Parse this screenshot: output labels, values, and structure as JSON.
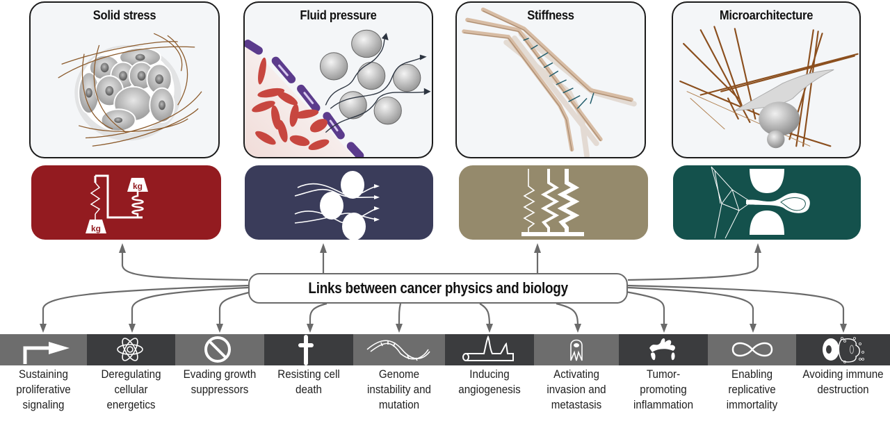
{
  "physics_traits": [
    {
      "title": "Solid stress",
      "icon": "spring-weight-icon",
      "color": "#931b20"
    },
    {
      "title": "Fluid pressure",
      "icon": "fluid-flow-icon",
      "color": "#3a3c5a"
    },
    {
      "title": "Stiffness",
      "icon": "spring-stiffness-icon",
      "color": "#958a6c"
    },
    {
      "title": "Microarchitecture",
      "icon": "constriction-icon",
      "color": "#14514c"
    }
  ],
  "hub": {
    "label": "Links between cancer physics and biology"
  },
  "hallmarks": [
    {
      "lines": [
        "Sustaining",
        "proliferative",
        "signaling"
      ],
      "icon": "bent-arrow-icon",
      "shade": "#6d6d6d"
    },
    {
      "lines": [
        "Deregulating",
        "cellular",
        "energetics"
      ],
      "icon": "atom-icon",
      "shade": "#3b3c3e"
    },
    {
      "lines": [
        "Evading growth",
        "suppressors"
      ],
      "icon": "prohibited-icon",
      "shade": "#6d6d6d"
    },
    {
      "lines": [
        "Resisting cell",
        "death"
      ],
      "icon": "cross-icon",
      "shade": "#3b3c3e"
    },
    {
      "lines": [
        "Genome",
        "instability and",
        "mutation"
      ],
      "icon": "dna-icon",
      "shade": "#6d6d6d"
    },
    {
      "lines": [
        "Inducing",
        "angiogenesis"
      ],
      "icon": "blood-vessel-icon",
      "shade": "#3b3c3e"
    },
    {
      "lines": [
        "Activating",
        "invasion and",
        "metastasis"
      ],
      "icon": "invading-cell-icon",
      "shade": "#6d6d6d"
    },
    {
      "lines": [
        "Tumor-",
        "promoting",
        "inflammation"
      ],
      "icon": "flame-icon",
      "shade": "#3b3c3e"
    },
    {
      "lines": [
        "Enabling",
        "replicative",
        "immortality"
      ],
      "icon": "infinity-icon",
      "shade": "#6d6d6d"
    },
    {
      "lines": [
        "Avoiding immune",
        "destruction"
      ],
      "icon": "immune-cell-icon",
      "shade": "#3b3c3e"
    }
  ]
}
